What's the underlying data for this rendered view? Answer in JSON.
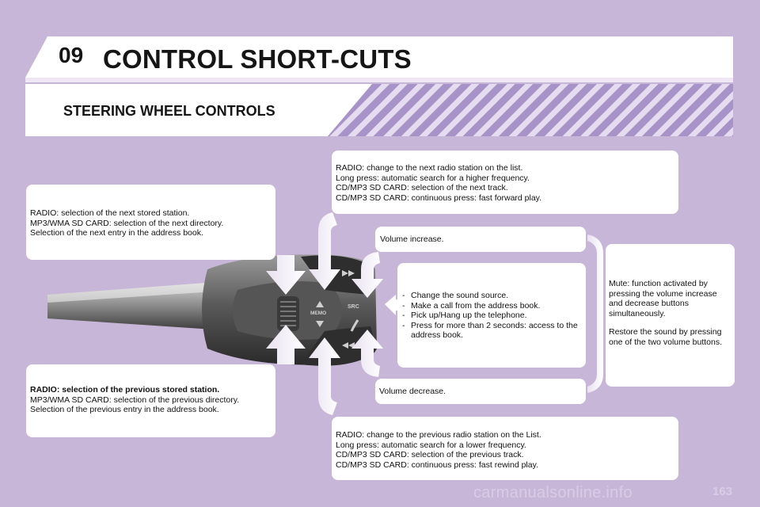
{
  "header": {
    "chapter_number": "09",
    "chapter_title": "CONTROL SHORT-CUTS",
    "section_title": "STEERING WHEEL CONTROLS"
  },
  "callouts": {
    "left_top": [
      "RADIO: selection of the next stored station.",
      "MP3/WMA SD CARD: selection of the next directory.",
      "Selection of the next entry in the address book."
    ],
    "left_bottom": [
      "RADIO: selection of the previous stored station.",
      "MP3/WMA SD CARD: selection of the previous directory.",
      "Selection of the previous entry in the address book."
    ],
    "right_top": [
      "RADIO: change to the next radio station on the list.",
      "Long press: automatic search for a higher frequency.",
      "CD/MP3 SD CARD: selection of the next track.",
      "CD/MP3 SD CARD: continuous press: fast forward play."
    ],
    "right_bottom": [
      "RADIO: change to the previous radio station on the List.",
      "Long press: automatic search for a lower frequency.",
      "CD/MP3 SD CARD: selection of the previous track.",
      "CD/MP3 SD CARD: continuous press: fast rewind play."
    ],
    "volume_increase": "Volume increase.",
    "volume_decrease": "Volume decrease.",
    "center_list": [
      "Change the sound source.",
      "Make a call from the address book.",
      "Pick up/Hang up the telephone.",
      "Press for more than 2 seconds: access to the address book."
    ],
    "mute": [
      "Mute: function activated by",
      "pressing the volume increase",
      "and decrease buttons",
      "simultaneously.",
      "Restore the sound by pressing",
      "one of the two volume buttons."
    ]
  },
  "control_labels": {
    "memo": "MEMO",
    "src": "SRC"
  },
  "footer": {
    "page_number": "163",
    "watermark": "carmanualsonline.info"
  },
  "colors": {
    "background": "#c8b6d8",
    "stripes": "#9c86c0",
    "box": "#ffffff",
    "text": "#151515"
  }
}
